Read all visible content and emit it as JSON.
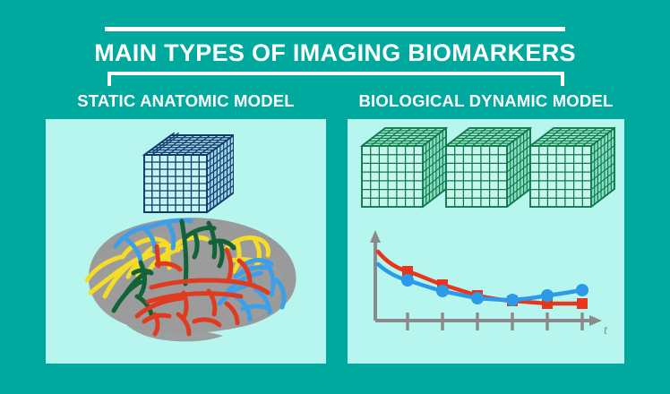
{
  "header": {
    "title": "MAIN TYPES OF IMAGING BIOMARKERS",
    "top_rule": "",
    "bracket": ""
  },
  "columns": [
    {
      "id": "static-anatomic",
      "title": "STATIC ANATOMIC MODEL",
      "figures": [
        "voxel-cube-blue",
        "brain-lateral-view"
      ]
    },
    {
      "id": "biological-dynamic",
      "title": "BIOLOGICAL DYNAMIC MODEL",
      "figures": [
        "voxel-cube-green-1",
        "voxel-cube-green-2",
        "voxel-cube-green-3",
        "decay-curve-chart"
      ]
    }
  ],
  "colors": {
    "background": "#00a99d",
    "panel": "#b6f6ee",
    "title_text": "#ffffff",
    "cube_blue_line": "#123a6b",
    "cube_blue_face": "#bdf3f0",
    "cube_green_line": "#0e7a4a",
    "cube_green_face": "#bdf3f0",
    "brain_fill": "#9a9a9a",
    "sulci_yellow": "#f5dc28",
    "sulci_blue": "#3c9fe8",
    "sulci_green": "#12633a",
    "sulci_red": "#e03a20",
    "axis_gray": "#8a8a8a",
    "series_red": "#e8361c",
    "series_blue": "#2b9ae8"
  },
  "chart_data": {
    "type": "line",
    "title": "",
    "xlabel": "t",
    "ylabel": "",
    "x": [
      1,
      2,
      3,
      4,
      5,
      6
    ],
    "xlim": [
      0,
      7
    ],
    "ylim": [
      0,
      100
    ],
    "grid": false,
    "legend": "none",
    "tick_count": 6,
    "series": [
      {
        "name": "red-curve",
        "marker": "square",
        "color": "#e8361c",
        "values": [
          68,
          55,
          45,
          40,
          36,
          34
        ]
      },
      {
        "name": "blue-curve",
        "marker": "circle",
        "color": "#2b9ae8",
        "values": [
          56,
          46,
          41,
          39,
          42,
          45
        ]
      }
    ],
    "annotations": [
      "axis arrow x",
      "axis arrow y",
      "t axis label"
    ]
  }
}
